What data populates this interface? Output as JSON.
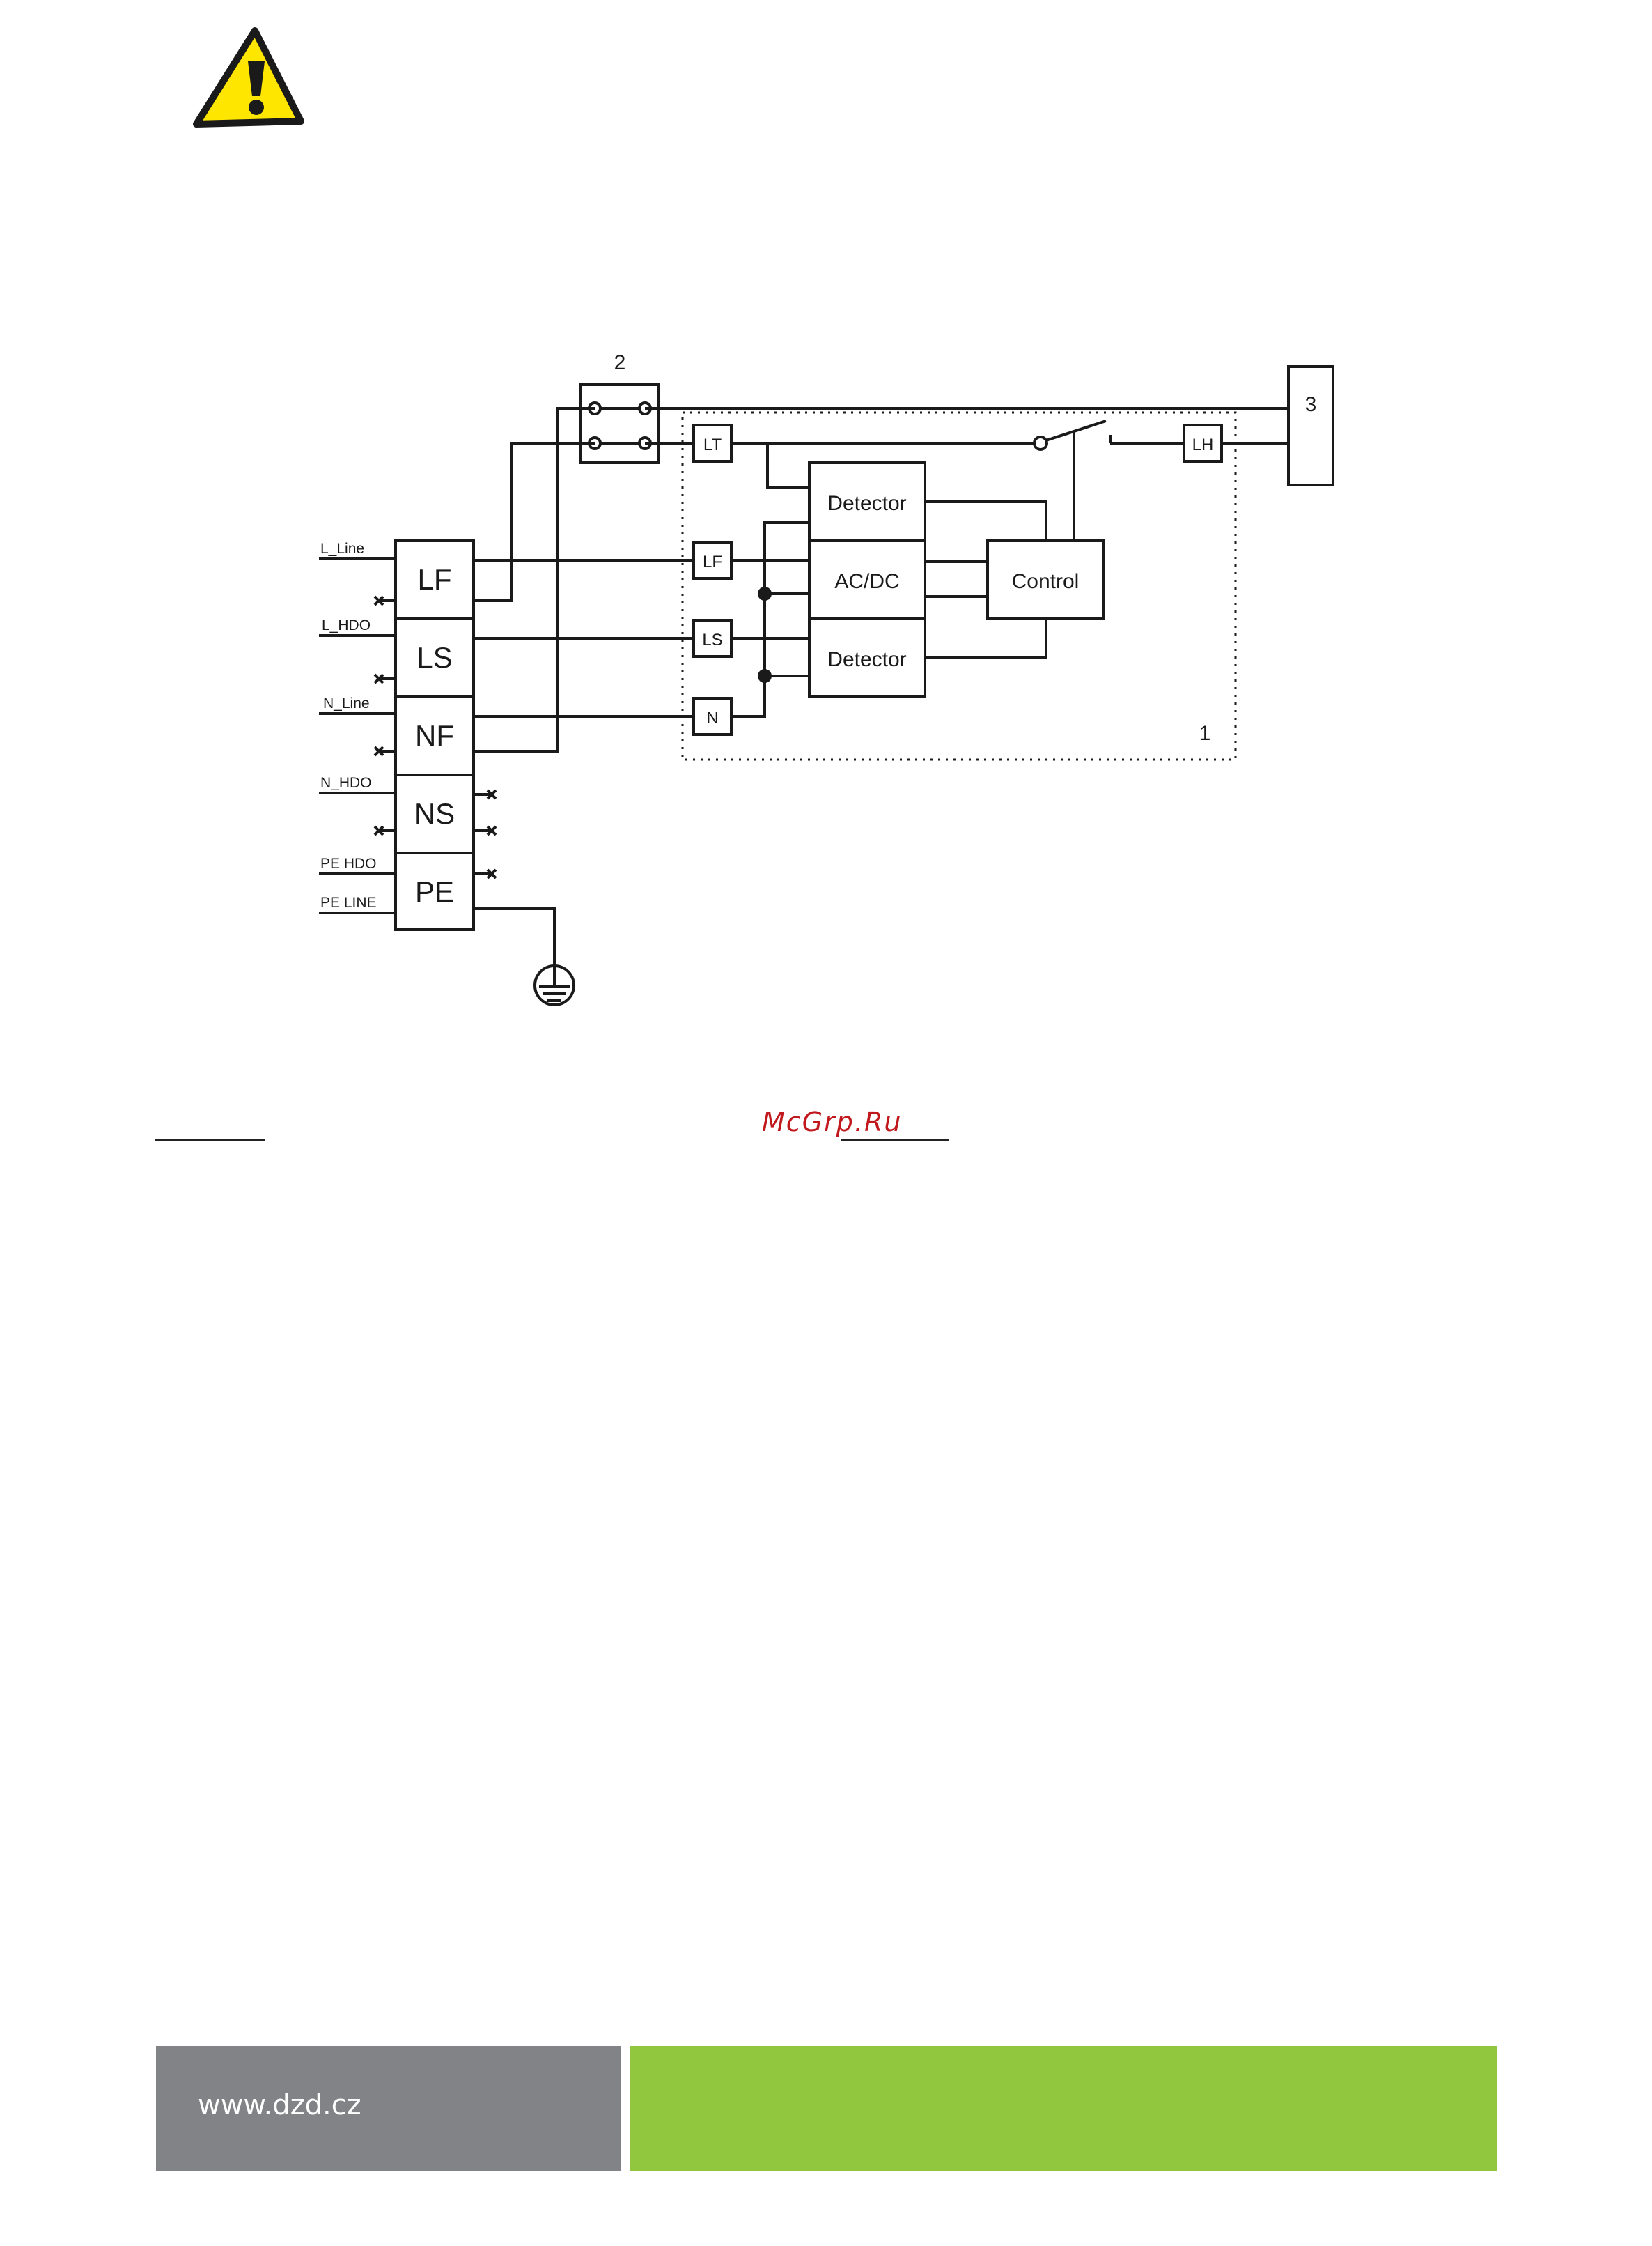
{
  "warning": {
    "icon": "warning-triangle-icon",
    "color": "#ffe600"
  },
  "diagram": {
    "labels": {
      "breaker": "2",
      "box_3": "3",
      "module_1": "1",
      "lt": "LT",
      "lh": "LH",
      "lf_small": "LF",
      "ls_small": "LS",
      "n_small": "N",
      "detector_top": "Detector",
      "acdc": "AC/DC",
      "detector_bottom": "Detector",
      "control": "Control"
    },
    "terminals": [
      "LF",
      "LS",
      "NF",
      "NS",
      "PE"
    ],
    "lines": {
      "l_line": "L_Line",
      "l_hdo": "L_HDO",
      "n_line": "N_Line",
      "n_hdo": "N_HDO",
      "pe_hdo": "PE HDO",
      "pe_line": "PE LINE"
    },
    "ground_icon": "earth-ground-icon"
  },
  "watermark": "McGrp.Ru",
  "footer": {
    "url": "www.dzd.cz",
    "gray": "#828386",
    "green": "#91c73f"
  }
}
